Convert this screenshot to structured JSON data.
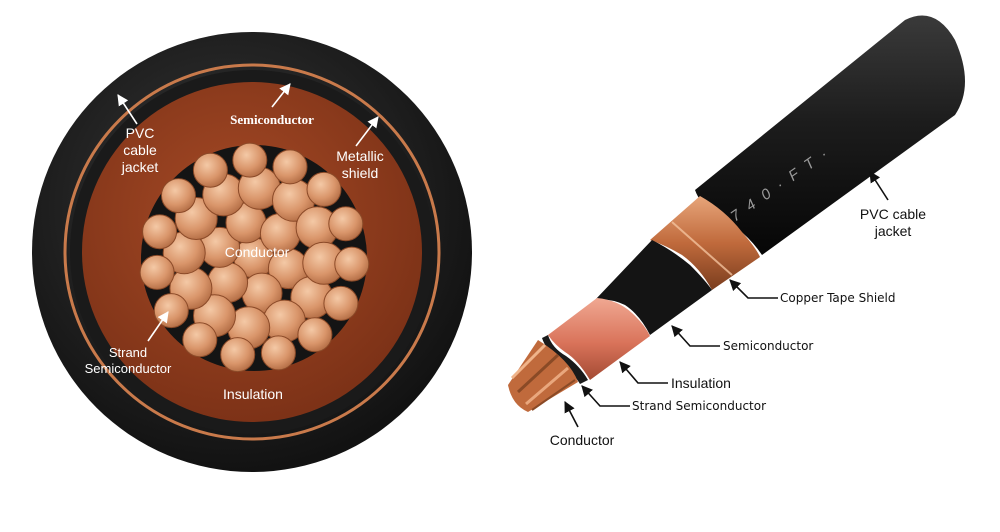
{
  "cross_section": {
    "labels": {
      "pvc_jacket": [
        "PVC",
        "cable",
        "jacket"
      ],
      "semiconductor": "Semiconductor",
      "metallic_shield": [
        "Metallic",
        "shield"
      ],
      "conductor": "Conductor",
      "strand_semiconductor": [
        "Strand",
        "Semiconductor"
      ],
      "insulation": "Insulation"
    }
  },
  "side_view": {
    "cable_print": "7 4 0 ·  F T ·",
    "labels": {
      "pvc_jacket": [
        "PVC cable",
        "jacket"
      ],
      "copper_tape_shield": "Copper Tape Shield",
      "semiconductor": "Semiconductor",
      "insulation": "Insulation",
      "strand_semiconductor": "Strand Semiconductor",
      "conductor": "Conductor"
    }
  },
  "colors": {
    "jacket": "#1a1a1a",
    "insulation": "#8e3c1f",
    "copper": "#c9764a",
    "semiconductor": "#111111",
    "label_light": "#ffffff",
    "label_dark": "#111111"
  }
}
